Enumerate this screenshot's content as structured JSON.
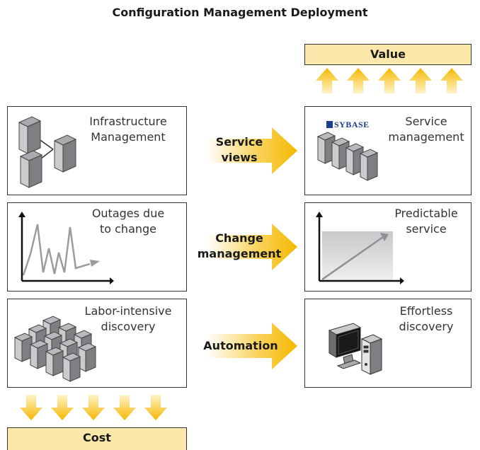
{
  "title": "Configuration Management Deployment",
  "value_label": "Value",
  "cost_label": "Cost",
  "left_panels": [
    {
      "label": "Infrastructure\nManagement"
    },
    {
      "label": "Outages due\nto change"
    },
    {
      "label": "Labor-intensive\ndiscovery"
    }
  ],
  "right_panels": [
    {
      "label": "Service\nmanagement"
    },
    {
      "label": "Predictable\nservice"
    },
    {
      "label": "Effortless\ndiscovery"
    }
  ],
  "transitions": [
    {
      "label": "Service\nviews"
    },
    {
      "label": "Change\nmanagement"
    },
    {
      "label": "Automation"
    }
  ],
  "sybase_logo_text": "SYBASE",
  "colors": {
    "arrow_gold": "#f5b800",
    "arrow_light": "#fde7a0",
    "bar_fill": "#fbe8aa",
    "border": "#333333",
    "server_gray": "#a9abae"
  }
}
